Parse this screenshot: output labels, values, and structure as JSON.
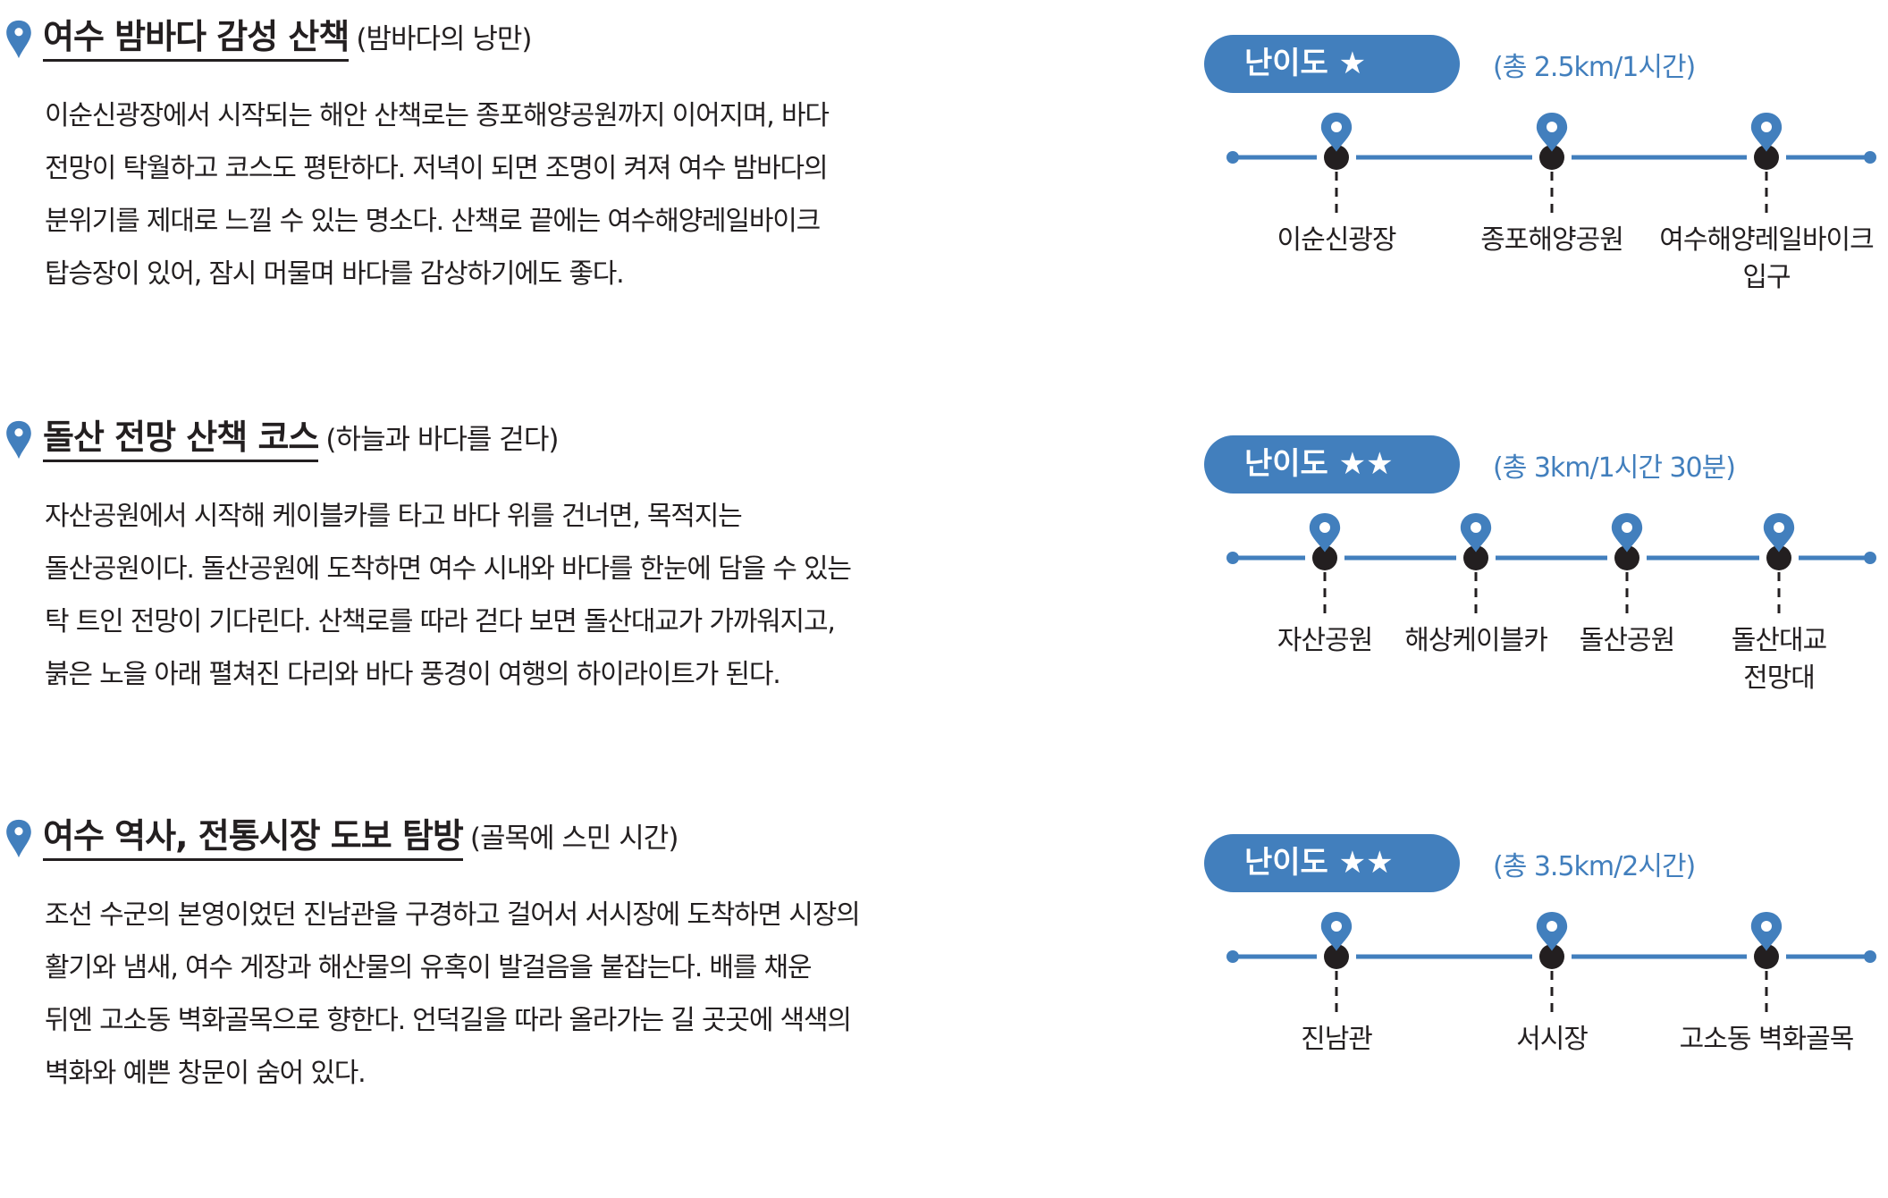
{
  "colors": {
    "accent": "#427fbd",
    "text": "#231f20"
  },
  "sections": [
    {
      "title": "여수 밤바다 감성 산책",
      "subtitle": "(밤바다의 낭만)",
      "body": [
        "이순신광장에서 시작되는 해안 산책로는 종포해양공원까지 이어지며, 바다",
        "전망이 탁월하고 코스도 평탄하다. 저녁이 되면 조명이 켜져 여수 밤바다의",
        "분위기를 제대로 느낄 수 있는 명소다. 산책로 끝에는 여수해양레일바이크",
        "탑승장이 있어, 잠시 머물며 바다를 감상하기에도 좋다."
      ],
      "difficulty": "난이도 ★",
      "distance": "(총 2.5km/1시간)",
      "stops": [
        [
          "이순신광장"
        ],
        [
          "종포해양공원"
        ],
        [
          "여수해양레일바이크",
          "입구"
        ]
      ]
    },
    {
      "title": "돌산 전망 산책 코스",
      "subtitle": "(하늘과 바다를 걷다)",
      "body": [
        "자산공원에서 시작해 케이블카를 타고 바다 위를 건너면, 목적지는",
        "돌산공원이다. 돌산공원에 도착하면 여수 시내와 바다를 한눈에 담을 수 있는",
        "탁 트인 전망이 기다린다. 산책로를 따라 걷다 보면 돌산대교가 가까워지고,",
        "붉은 노을 아래 펼쳐진 다리와 바다 풍경이 여행의 하이라이트가 된다."
      ],
      "difficulty": "난이도 ★★",
      "distance": "(총 3km/1시간 30분)",
      "stops": [
        [
          "자산공원"
        ],
        [
          "해상케이블카"
        ],
        [
          "돌산공원"
        ],
        [
          "돌산대교",
          "전망대"
        ]
      ]
    },
    {
      "title": "여수 역사, 전통시장 도보 탐방",
      "subtitle": "(골목에 스민 시간)",
      "body": [
        "조선 수군의 본영이었던 진남관을 구경하고 걸어서 서시장에 도착하면 시장의",
        "활기와 냄새, 여수 게장과 해산물의 유혹이 발걸음을 붙잡는다. 배를 채운",
        "뒤엔 고소동 벽화골목으로 향한다. 언덕길을 따라 올라가는 길 곳곳에 색색의",
        "벽화와 예쁜 창문이 숨어 있다."
      ],
      "difficulty": "난이도 ★★",
      "distance": "(총 3.5km/2시간)",
      "stops": [
        [
          "진남관"
        ],
        [
          "서시장"
        ],
        [
          "고소동 벽화골목"
        ]
      ]
    }
  ]
}
